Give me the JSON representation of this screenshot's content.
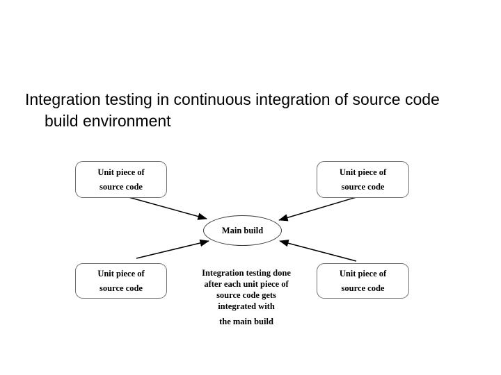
{
  "slide": {
    "background_color": "#ffffff",
    "title": {
      "line1": "Integration testing in continuous integration of source code",
      "line2": "build environment"
    }
  },
  "diagram": {
    "type": "flow-diagram",
    "center_node": {
      "name": "main-build",
      "shape": "ellipse",
      "label": "Main build"
    },
    "nodes": [
      {
        "name": "unit-piece-top-left",
        "shape": "rounded-rectangle",
        "position": "top-left",
        "line1": "Unit piece of",
        "line2": "source code"
      },
      {
        "name": "unit-piece-top-right",
        "shape": "rounded-rectangle",
        "position": "top-right",
        "line1": "Unit piece of",
        "line2": "source code"
      },
      {
        "name": "unit-piece-bottom-left",
        "shape": "rounded-rectangle",
        "position": "bottom-left",
        "line1": "Unit piece of",
        "line2": "source code"
      },
      {
        "name": "unit-piece-bottom-right",
        "shape": "rounded-rectangle",
        "position": "bottom-right",
        "line1": "Unit piece of",
        "line2": "source code"
      }
    ],
    "connectors": [
      {
        "name": "arrow-top-left-to-main-build",
        "from": "unit-piece-top-left",
        "to": "main-build",
        "direction": "down-right"
      },
      {
        "name": "arrow-top-right-to-main-build",
        "from": "unit-piece-top-right",
        "to": "main-build",
        "direction": "down-left"
      },
      {
        "name": "arrow-bottom-left-to-main-build",
        "from": "unit-piece-bottom-left",
        "to": "main-build",
        "direction": "up-right"
      },
      {
        "name": "arrow-bottom-right-to-main-build",
        "from": "unit-piece-bottom-right",
        "to": "main-build",
        "direction": "up-left"
      }
    ],
    "note": {
      "name": "integration-testing-note",
      "body": "Integration testing done after each unit piece of source code gets integrated with",
      "tail": "the main build"
    },
    "colors": {
      "box_border": "#6f6f6f",
      "ellipse_border": "#3a3a3a",
      "connector": "#000000",
      "text": "#000000"
    }
  }
}
